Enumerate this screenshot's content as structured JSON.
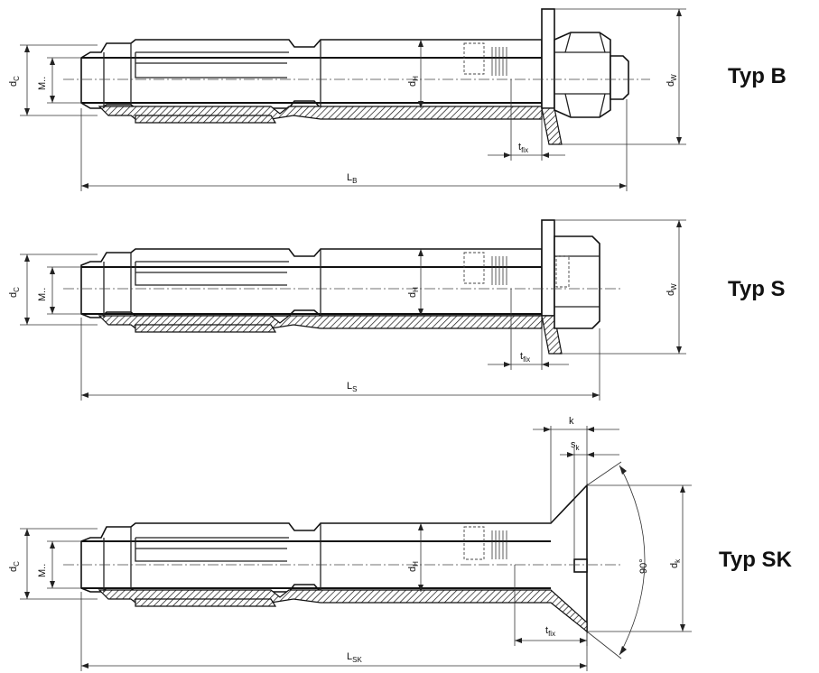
{
  "figures": [
    {
      "type_label": "Typ B",
      "dims": {
        "dc": {
          "base": "d",
          "sub": "C"
        },
        "m": {
          "base": "M..",
          "sub": ""
        },
        "dh": {
          "base": "d",
          "sub": "H"
        },
        "dw": {
          "base": "d",
          "sub": "W"
        },
        "tfix": {
          "base": "t",
          "sub": "fix"
        },
        "l": {
          "base": "L",
          "sub": "B"
        }
      }
    },
    {
      "type_label": "Typ S",
      "dims": {
        "dc": {
          "base": "d",
          "sub": "C"
        },
        "m": {
          "base": "M..",
          "sub": ""
        },
        "dh": {
          "base": "d",
          "sub": "H"
        },
        "dw": {
          "base": "d",
          "sub": "W"
        },
        "tfix": {
          "base": "t",
          "sub": "fix"
        },
        "l": {
          "base": "L",
          "sub": "S"
        }
      }
    },
    {
      "type_label": "Typ SK",
      "dims": {
        "dc": {
          "base": "d",
          "sub": "C"
        },
        "m": {
          "base": "M..",
          "sub": ""
        },
        "dh": {
          "base": "d",
          "sub": "H"
        },
        "dk": {
          "base": "d",
          "sub": "k"
        },
        "tfix": {
          "base": "t",
          "sub": "fix"
        },
        "l": {
          "base": "L",
          "sub": "SK"
        },
        "k": {
          "base": "k",
          "sub": ""
        },
        "sk": {
          "base": "s",
          "sub": "k"
        },
        "angle": "90°"
      }
    }
  ]
}
